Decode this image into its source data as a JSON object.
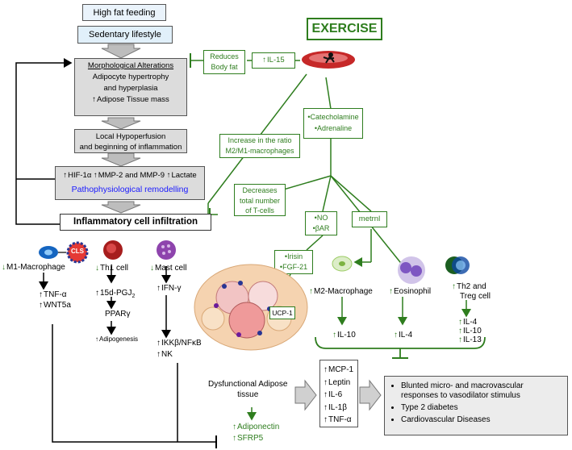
{
  "left_flow": {
    "high_fat": "High fat feeding",
    "sedentary": "Sedentary lifestyle",
    "morph_title": "Morphological Alterations",
    "morph_line1": "Adipocyte hypertrophy",
    "morph_line2": "and hyperplasia",
    "morph_line3": "Adipose Tissue mass",
    "hypo_line1": "Local Hypoperfusion",
    "hypo_line2": "and beginning of inflammation",
    "hif": "HIF-1α",
    "mmp": "MMP-2 and MMP-9",
    "lactate": "Lactate",
    "patho": "Pathophysiological remodelling",
    "infiltration": "Inflammatory cell infiltration"
  },
  "exercise": {
    "title": "EXERCISE",
    "reduces1": "Reduces",
    "reduces2": "Body fat",
    "il15": "IL-15",
    "catechol1": "•Catecholamine",
    "catechol2": "•Adrenaline",
    "ratio1": "Increase in the ratio",
    "ratio2": "M2/M1-macrophages",
    "tcell1": "Decreases",
    "tcell2": "total number",
    "tcell3": "of T-cells",
    "no": "•NO",
    "bar": "•βAR",
    "metrnl": "metrnl",
    "irisin": "•Irisin",
    "fgf": "•FGF-21",
    "ucp": "UCP-1"
  },
  "cells": {
    "m1": "M1-Macrophage",
    "cls": "CLS",
    "th1": "Th1 cell",
    "mast": "Mast cell",
    "m2": "M2-Macrophage",
    "eos": "Eosinophil",
    "th2a": "Th2 and",
    "th2b": "Treg cell"
  },
  "markers": {
    "tnf": "TNF-α",
    "wnt": "WNT5a",
    "pgj": "15d-PGJ",
    "pgj_sub": "2",
    "ppar": "PPARγ",
    "adipogenesis": "Adipogenesis",
    "ifn": "IFN-γ",
    "ikk": "IKKβ/NFκB",
    "nk": "NK",
    "il10a": "IL-10",
    "il4a": "IL-4",
    "il4b": "IL-4",
    "il10b": "IL-10",
    "il13": "IL-13"
  },
  "bottom": {
    "dysfunctional1": "Dysfunctional Adipose",
    "dysfunctional2": "tissue",
    "adiponectin": "Adiponectin",
    "sfrp5": "SFRP5",
    "cytokines": [
      "MCP-1",
      "Leptin",
      "IL-6",
      "IL-1β",
      "TNF-α"
    ],
    "outcomes": [
      "Blunted micro- and macrovascular responses to vasodilator stimulus",
      "Type 2 diabetes",
      "Cardiovascular Diseases"
    ]
  }
}
